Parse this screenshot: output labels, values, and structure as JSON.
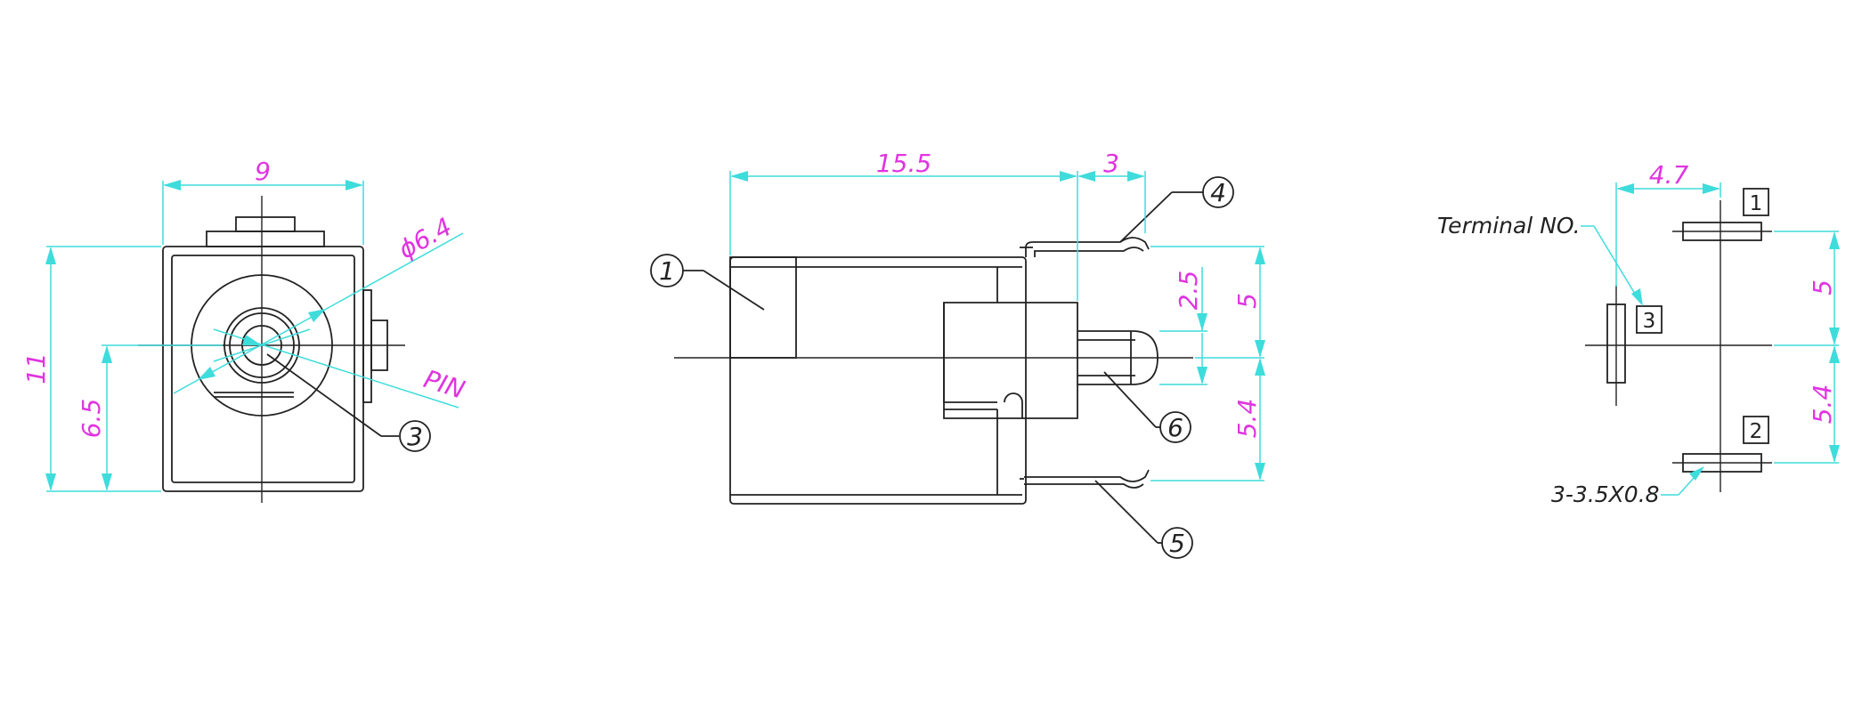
{
  "front_view": {
    "width_dim": "9",
    "height_dim": "11",
    "pin_height_dim": "6.5",
    "bore_dim": "ϕ6.4",
    "pin_label": "PIN",
    "callout_3": "3"
  },
  "side_view": {
    "length_dim": "15.5",
    "terminal_dim": "3",
    "pin_offset_dim": "2.5",
    "upper_terminal_dim": "5",
    "lower_terminal_dim": "5.4",
    "callout_1": "1",
    "callout_4": "4",
    "callout_5": "5",
    "callout_6": "6"
  },
  "pcb_view": {
    "offset_dim": "4.7",
    "upper_pitch_dim": "5",
    "lower_pitch_dim": "5.4",
    "terminal_no_label": "Terminal NO.",
    "slot_size_label": "3-3.5X0.8",
    "terminal_1": "1",
    "terminal_2": "2",
    "terminal_3": "3"
  },
  "colors": {
    "outline": "#222222",
    "dimension_line": "#3fdcdc",
    "dimension_text": "#e034e0"
  }
}
